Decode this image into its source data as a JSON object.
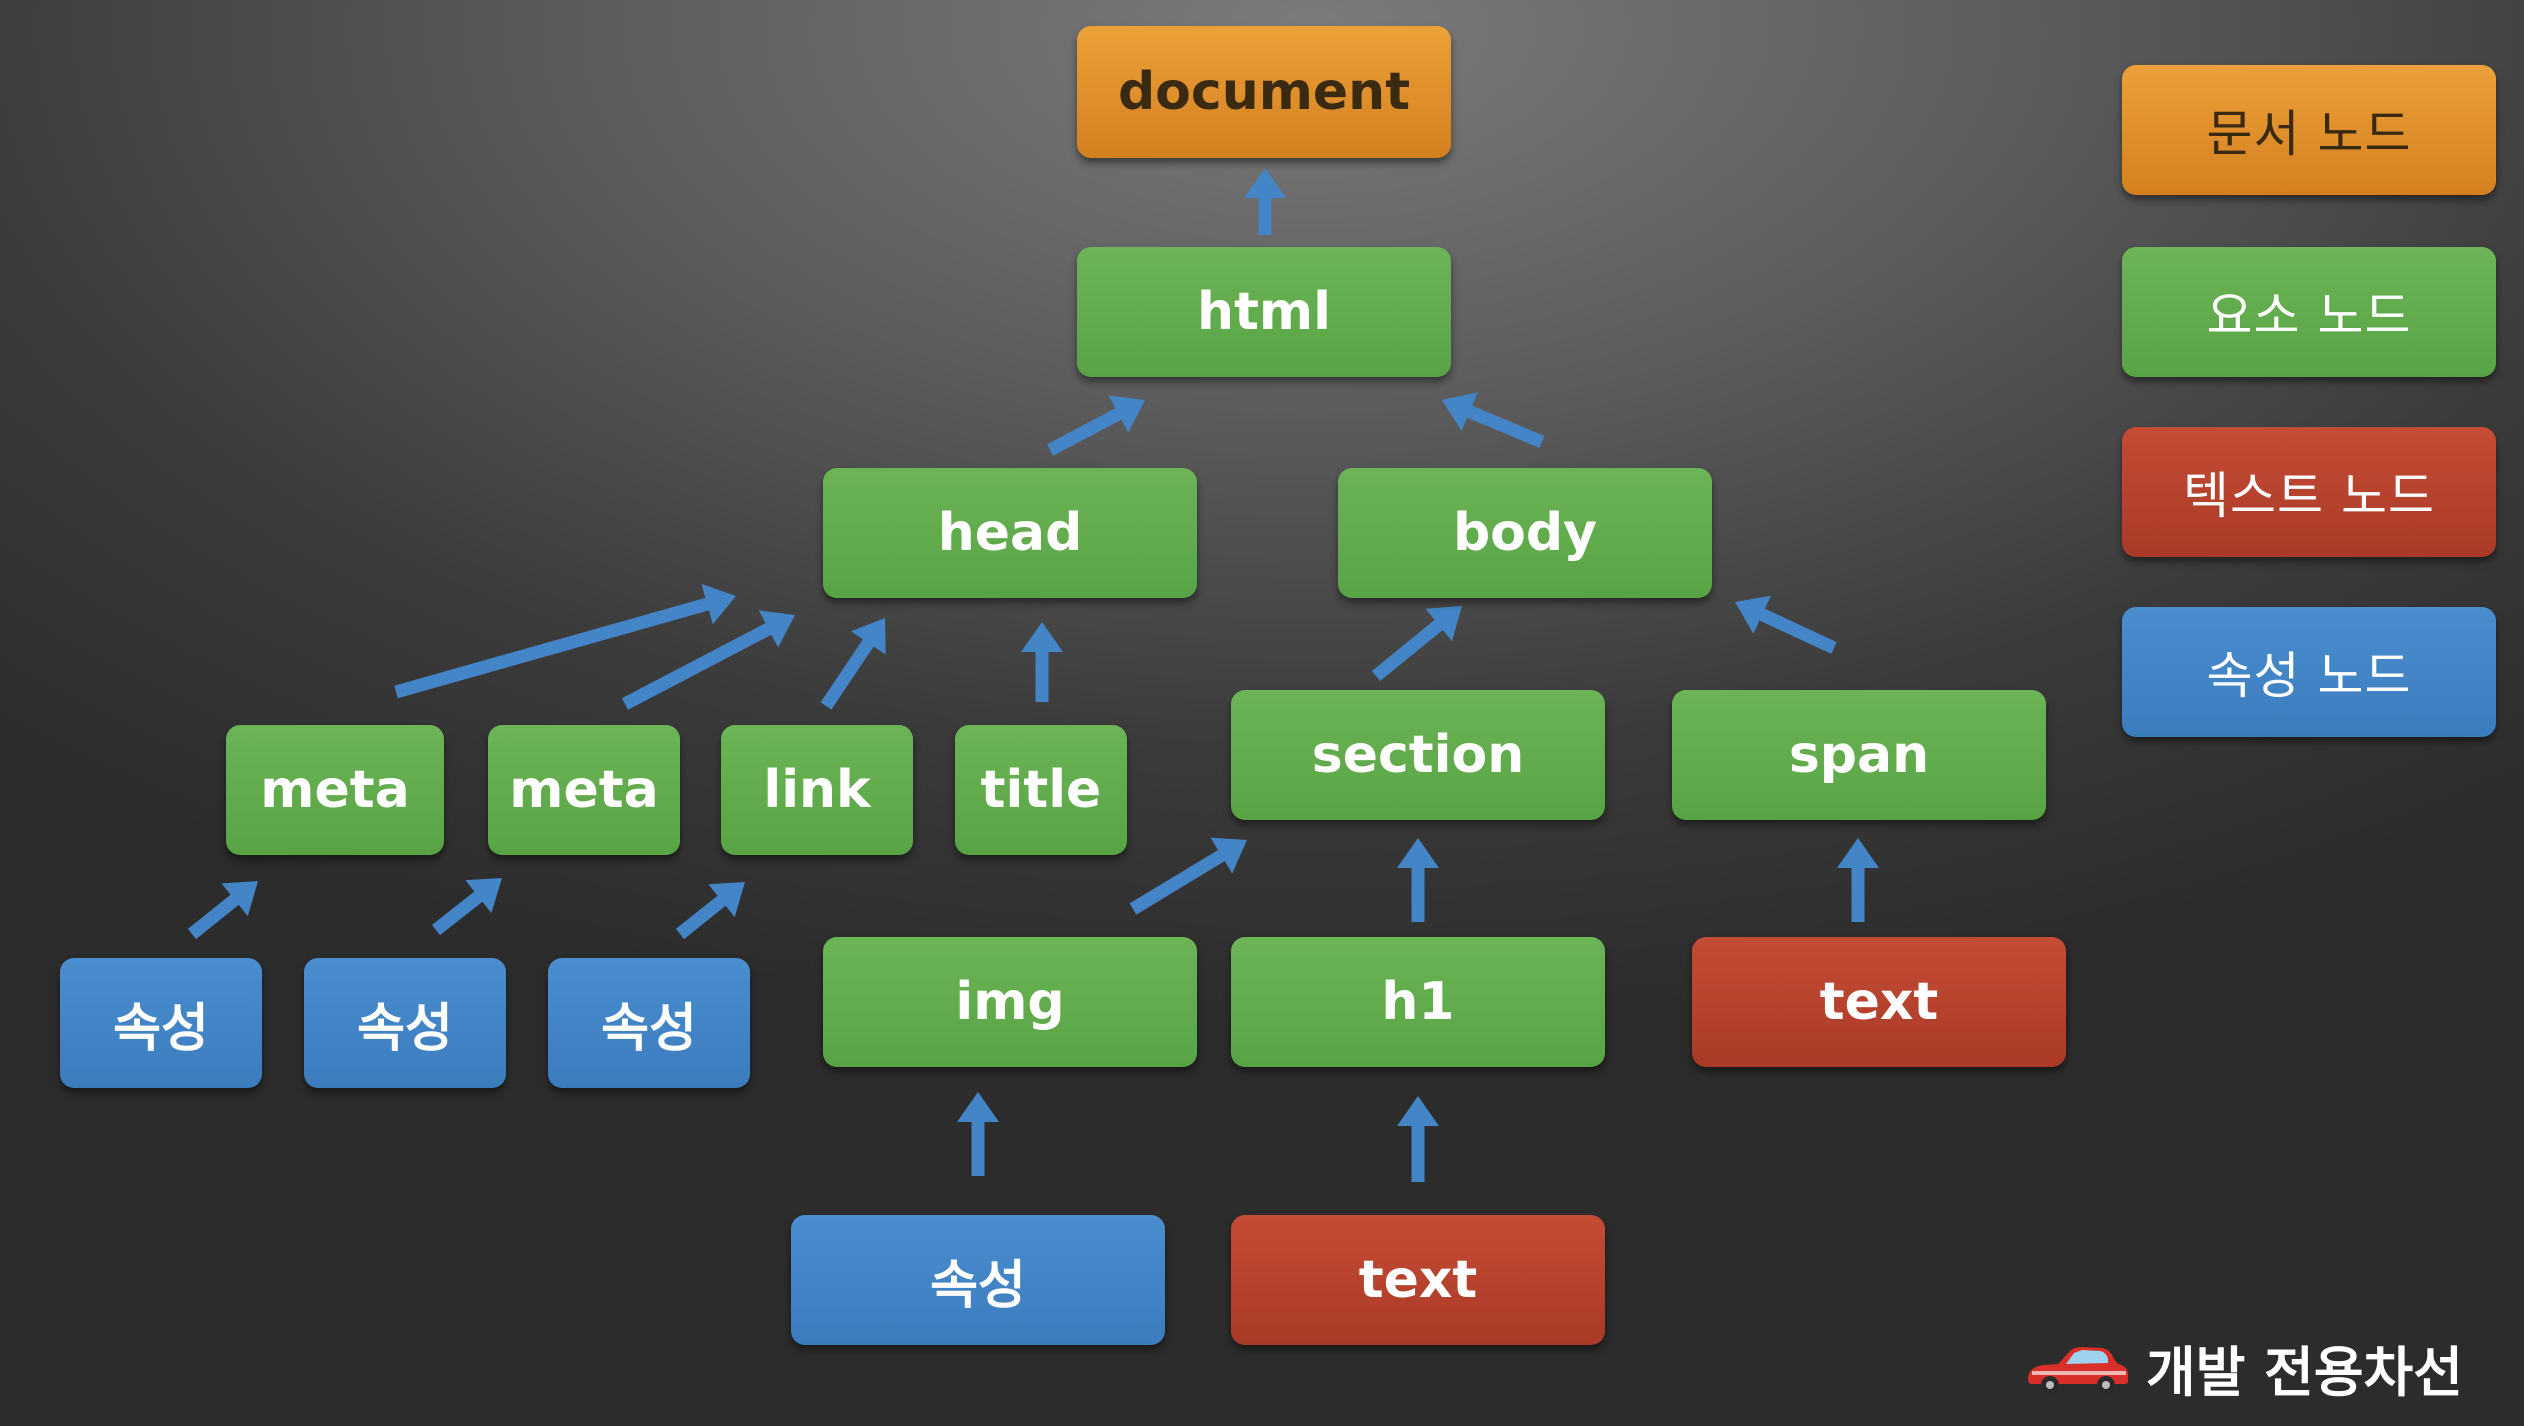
{
  "nodes": {
    "document": "document",
    "html": "html",
    "head": "head",
    "body": "body",
    "meta1": "meta",
    "meta2": "meta",
    "link": "link",
    "title": "title",
    "section": "section",
    "span": "span",
    "attr1": "속성",
    "attr2": "속성",
    "attr3": "속성",
    "img": "img",
    "h1": "h1",
    "span_text": "text",
    "img_attr": "속성",
    "h1_text": "text"
  },
  "legend": {
    "document_node": "문서 노드",
    "element_node": "요소 노드",
    "text_node": "텍스트 노드",
    "attribute_node": "속성 노드"
  },
  "brand": {
    "icon": "red-car-icon",
    "label": "개발 전용차선"
  },
  "colors": {
    "document": "#df8f29",
    "element": "#61ac4c",
    "text": "#b6422e",
    "attribute": "#4385c6",
    "arrow": "#4385c6"
  }
}
